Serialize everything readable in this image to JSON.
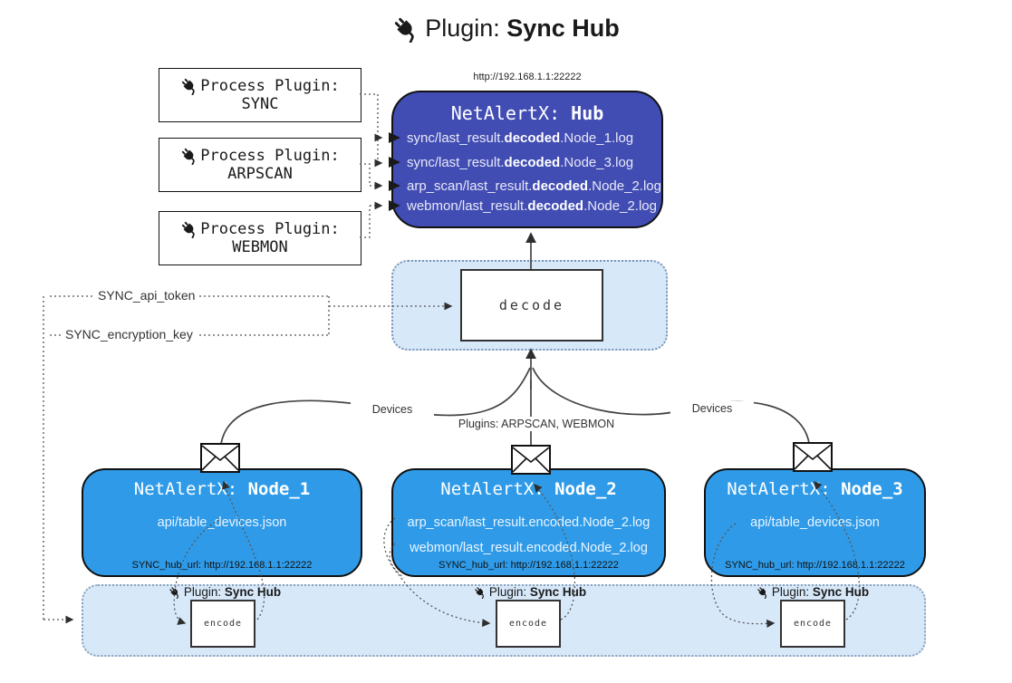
{
  "colors": {
    "hub": "#424DB4",
    "node": "#2F9BE8",
    "panel": "#D7E8F9"
  },
  "title": {
    "pre": "Plugin: ",
    "bold": "Sync Hub"
  },
  "hub": {
    "url": "http://192.168.1.1:22222",
    "title": {
      "pre": "NetAlertX: ",
      "bold": "Hub"
    },
    "logs": [
      {
        "pre": "sync/last_result.",
        "bold": "decoded",
        "post": ".Node_1.log"
      },
      {
        "pre": "sync/last_result.",
        "bold": "decoded",
        "post": ".Node_3.log"
      },
      {
        "pre": "arp_scan/last_result.",
        "bold": "decoded",
        "post": ".Node_2.log"
      },
      {
        "pre": "webmon/last_result.",
        "bold": "decoded",
        "post": ".Node_2.log"
      }
    ]
  },
  "process_plugins": [
    {
      "label": "Process Plugin:",
      "name": "SYNC"
    },
    {
      "label": "Process Plugin:",
      "name": "ARPSCAN"
    },
    {
      "label": "Process Plugin:",
      "name": "WEBMON"
    }
  ],
  "decode": {
    "label": "decode"
  },
  "settings": {
    "api_token": "SYNC_api_token",
    "encryption_key": "SYNC_encryption_key"
  },
  "edge_labels": {
    "devices_left": "Devices",
    "plugins": "Plugins: ARPSCAN, WEBMON",
    "devices_right": "Devices"
  },
  "nodes": [
    {
      "title": {
        "pre": "NetAlertX: ",
        "bold": "Node_1"
      },
      "files": [
        "api/table_devices.json"
      ],
      "hub_url": "SYNC_hub_url: http://192.168.1.1:22222"
    },
    {
      "title": {
        "pre": "NetAlertX: ",
        "bold": "Node_2"
      },
      "files": [
        "arp_scan/last_result.encoded.Node_2.log",
        "webmon/last_result.encoded.Node_2.log"
      ],
      "hub_url": "SYNC_hub_url: http://192.168.1.1:22222"
    },
    {
      "title": {
        "pre": "NetAlertX: ",
        "bold": "Node_3"
      },
      "files": [
        "api/table_devices.json"
      ],
      "hub_url": "SYNC_hub_url: http://192.168.1.1:22222"
    }
  ],
  "encode_sections": [
    {
      "label": {
        "pre": "Plugin: ",
        "bold": "Sync Hub"
      },
      "box": "encode"
    },
    {
      "label": {
        "pre": "Plugin: ",
        "bold": "Sync Hub"
      },
      "box": "encode"
    },
    {
      "label": {
        "pre": "Plugin: ",
        "bold": "Sync Hub"
      },
      "box": "encode"
    }
  ]
}
